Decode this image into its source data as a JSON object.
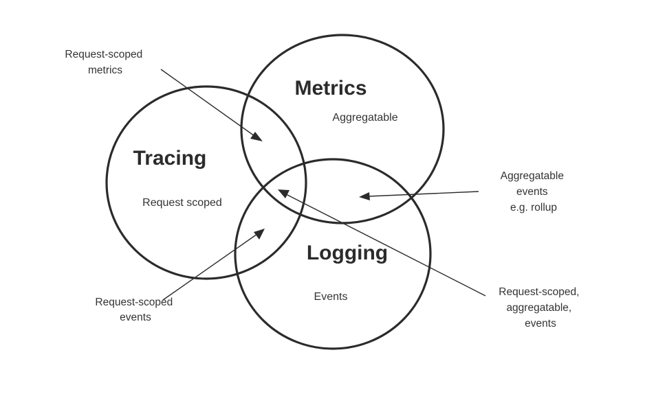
{
  "circles": {
    "tracing": {
      "title": "Tracing",
      "description": "Request scoped"
    },
    "metrics": {
      "title": "Metrics",
      "description": "Aggregatable"
    },
    "logging": {
      "title": "Logging",
      "description": "Events"
    }
  },
  "annotations": {
    "request_scoped_metrics": [
      "Request-scoped",
      "metrics"
    ],
    "aggregatable_events": [
      "Aggregatable",
      "events",
      "e.g. rollup"
    ],
    "request_scoped_events": [
      "Request-scoped",
      "events"
    ],
    "request_scoped_aggregatable_events": [
      "Request-scoped,",
      "aggregatable,",
      "events"
    ]
  }
}
